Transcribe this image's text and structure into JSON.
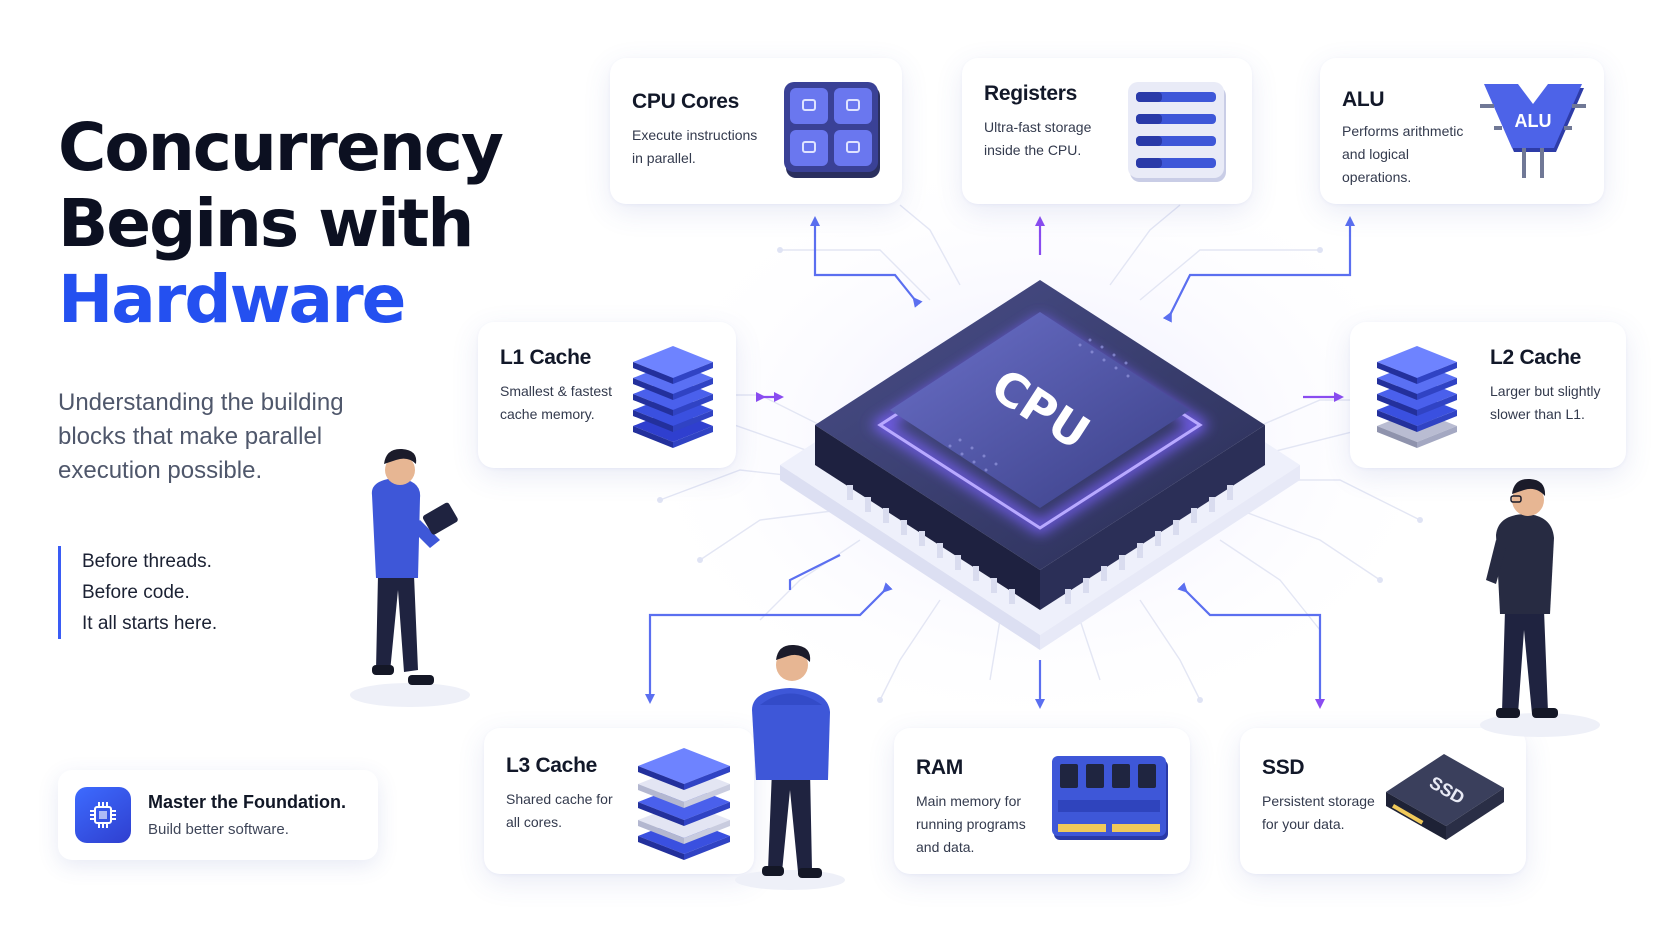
{
  "hero": {
    "title_line1": "Concurrency",
    "title_line2": "Begins with",
    "title_line3": "Hardware",
    "subtitle": "Understanding the building blocks that make parallel execution possible.",
    "tagline": [
      "Before threads.",
      "Before code.",
      "It all starts here."
    ]
  },
  "foundation": {
    "title": "Master the Foundation.",
    "subtitle": "Build better software.",
    "icon": "chip-icon"
  },
  "cpu": {
    "label": "CPU"
  },
  "cards": {
    "cpu_cores": {
      "title": "CPU Cores",
      "description": "Execute instructions in parallel.",
      "icon": "cpu-cores-icon"
    },
    "registers": {
      "title": "Registers",
      "description": "Ultra-fast storage inside the CPU.",
      "icon": "registers-icon"
    },
    "alu": {
      "title": "ALU",
      "description": "Performs arithmetic and logical operations.",
      "icon": "alu-icon",
      "icon_label": "ALU"
    },
    "l1_cache": {
      "title": "L1 Cache",
      "description": "Smallest & fastest cache memory.",
      "icon": "l1-cache-stack-icon"
    },
    "l2_cache": {
      "title": "L2 Cache",
      "description": "Larger but slightly slower than L1.",
      "icon": "l2-cache-stack-icon"
    },
    "l3_cache": {
      "title": "L3 Cache",
      "description": "Shared cache for all cores.",
      "icon": "l3-cache-stack-icon"
    },
    "ram": {
      "title": "RAM",
      "description": "Main memory for running programs and data.",
      "icon": "ram-module-icon"
    },
    "ssd": {
      "title": "SSD",
      "description": "Persistent storage for your data.",
      "icon": "ssd-drive-icon",
      "icon_label": "SSD"
    }
  },
  "colors": {
    "accent": "#2450f0",
    "arrow": "#5b6ff0",
    "arrow_violet": "#8a4cf0",
    "chip_dark": "#262b4a",
    "glow": "#6f5bff",
    "person_shirt": "#3e57d8"
  }
}
